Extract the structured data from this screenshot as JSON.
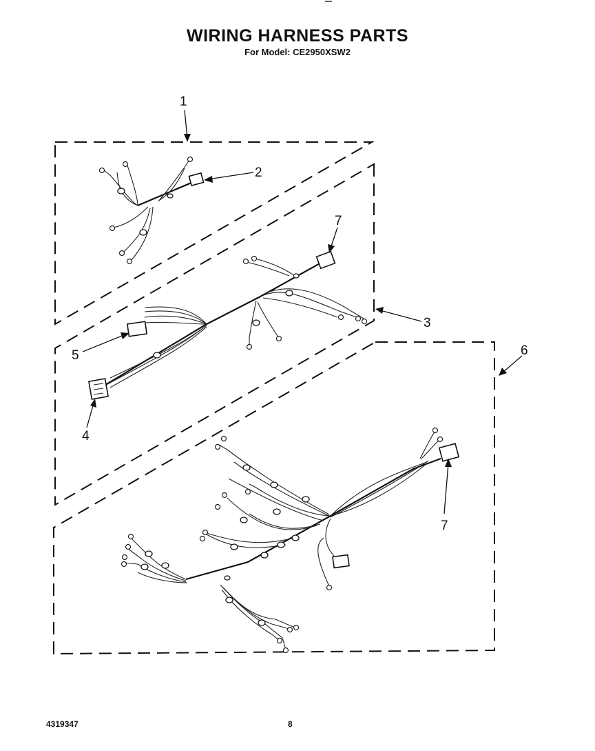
{
  "header": {
    "title": "WIRING HARNESS PARTS",
    "subtitle": "For Model: CE2950XSW2"
  },
  "callouts": {
    "c1": "1",
    "c2": "2",
    "c3": "3",
    "c4": "4",
    "c5": "5",
    "c6": "6",
    "c7a": "7",
    "c7b": "7"
  },
  "footer": {
    "doc_number": "4319347",
    "page_number": "8"
  }
}
